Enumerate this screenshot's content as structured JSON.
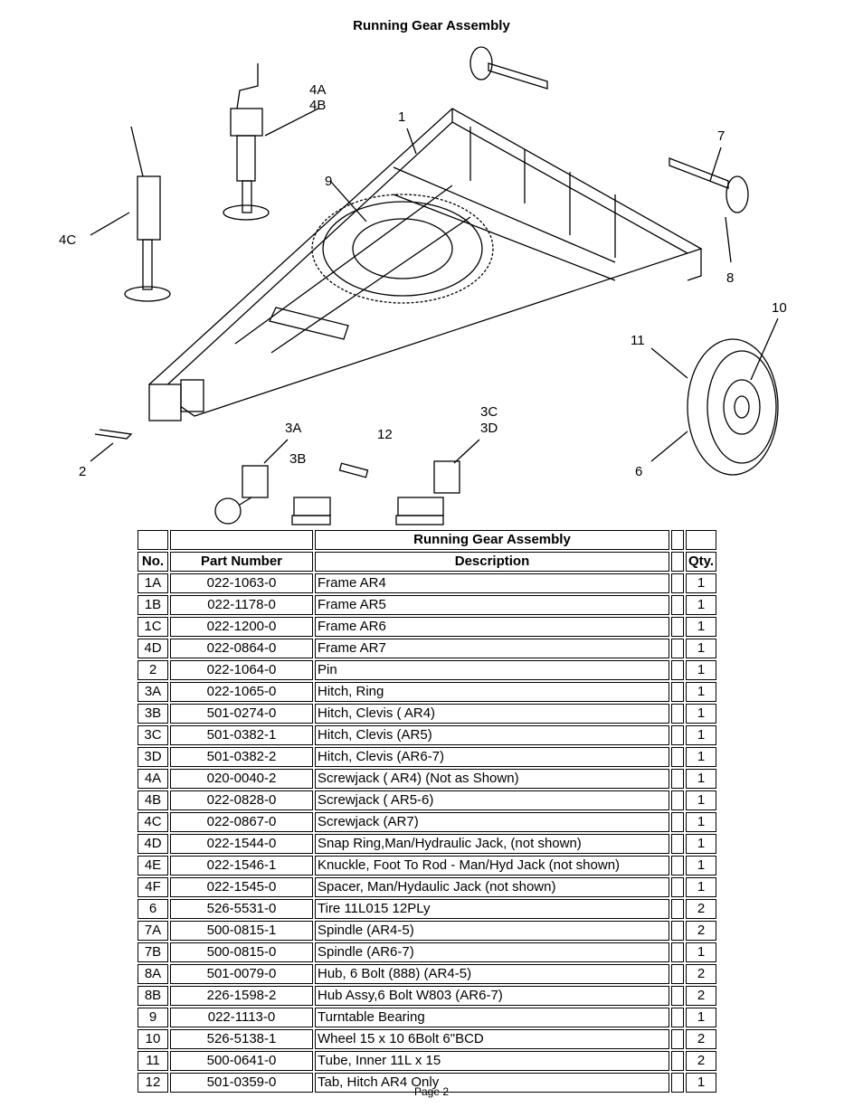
{
  "title": "Running Gear Assembly",
  "callouts": {
    "c1": "1",
    "c2": "2",
    "c3a": "3A",
    "c3b": "3B",
    "c3c": "3C",
    "c3d": "3D",
    "c4a": "4A",
    "c4b": "4B",
    "c4c": "4C",
    "c6": "6",
    "c7": "7",
    "c8": "8",
    "c9": "9",
    "c10": "10",
    "c11": "11",
    "c12": "12"
  },
  "table": {
    "caption": "Running Gear Assembly",
    "headers": [
      "No.",
      "Part Number",
      "Description",
      "Qty."
    ],
    "rows": [
      [
        "1A",
        "022-1063-0",
        "Frame  AR4",
        "1"
      ],
      [
        "1B",
        "022-1178-0",
        "Frame AR5",
        "1"
      ],
      [
        "1C",
        "022-1200-0",
        "Frame AR6",
        "1"
      ],
      [
        "4D",
        "022-0864-0",
        "Frame AR7",
        "1"
      ],
      [
        "2",
        "022-1064-0",
        "Pin",
        "1"
      ],
      [
        "3A",
        "022-1065-0",
        "Hitch, Ring",
        "1"
      ],
      [
        "3B",
        "501-0274-0",
        "Hitch, Clevis ( AR4)",
        "1"
      ],
      [
        "3C",
        "501-0382-1",
        "Hitch, Clevis (AR5)",
        "1"
      ],
      [
        "3D",
        "501-0382-2",
        "Hitch, Clevis (AR6-7)",
        "1"
      ],
      [
        "4A",
        "020-0040-2",
        "Screwjack  ( AR4) (Not as Shown)",
        "1"
      ],
      [
        "4B",
        "022-0828-0",
        "Screwjack  ( AR5-6)",
        "1"
      ],
      [
        "4C",
        "022-0867-0",
        "Screwjack  (AR7)",
        "1"
      ],
      [
        "4D",
        "022-1544-0",
        "Snap Ring,Man/Hydraulic Jack, (not shown)",
        "1"
      ],
      [
        "4E",
        "022-1546-1",
        "Knuckle, Foot To Rod - Man/Hyd Jack  (not shown)",
        "1"
      ],
      [
        "4F",
        "022-1545-0",
        "Spacer, Man/Hydaulic Jack   (not shown)",
        "1"
      ],
      [
        "6",
        "526-5531-0",
        "Tire 11L015  12PLy",
        "2"
      ],
      [
        "7A",
        "500-0815-1",
        "Spindle  (AR4-5)",
        "2"
      ],
      [
        "7B",
        "500-0815-0",
        "Spindle  (AR6-7)",
        "1"
      ],
      [
        "8A",
        "501-0079-0",
        "Hub, 6 Bolt (888)  (AR4-5)",
        "2"
      ],
      [
        "8B",
        "226-1598-2",
        "Hub Assy,6 Bolt W803 (AR6-7)",
        "2"
      ],
      [
        "9",
        "022-1113-0",
        "Turntable Bearing",
        "1"
      ],
      [
        "10",
        "526-5138-1",
        "Wheel 15 x 10 6Bolt 6\"BCD",
        "2"
      ],
      [
        "11",
        "500-0641-0",
        "Tube, Inner 11L x 15",
        "2"
      ],
      [
        "12",
        "501-0359-0",
        "Tab, Hitch AR4 Only",
        "1"
      ]
    ]
  },
  "footer": "Page 2"
}
